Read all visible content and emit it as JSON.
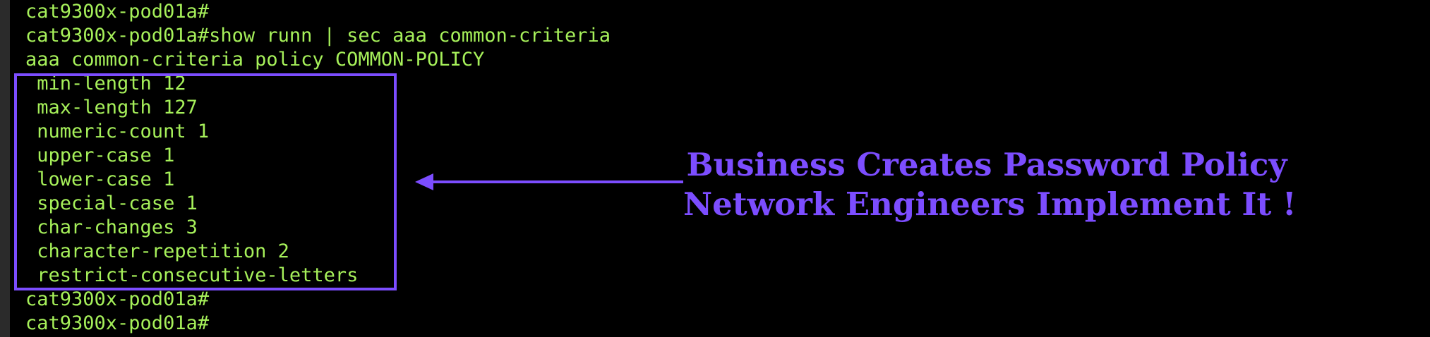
{
  "terminal": {
    "lines_before": [
      "cat9300x-pod01a#",
      "cat9300x-pod01a#show runn | sec aaa common-criteria",
      "aaa common-criteria policy COMMON-POLICY"
    ],
    "policy_lines": [
      " min-length 12",
      " max-length 127",
      " numeric-count 1",
      " upper-case 1",
      " lower-case 1",
      " special-case 1",
      " char-changes 3",
      " character-repetition 2",
      " restrict-consecutive-letters"
    ],
    "lines_after": [
      "cat9300x-pod01a#",
      "cat9300x-pod01a#"
    ]
  },
  "annotation": {
    "line1": "Business Creates Password Policy",
    "line2": "Network Engineers Implement It !",
    "color": "#7c4dff",
    "arrow_icon": "left-arrow-icon"
  },
  "colors": {
    "background": "#000000",
    "text": "#a6f05a",
    "accent": "#7c4dff"
  }
}
